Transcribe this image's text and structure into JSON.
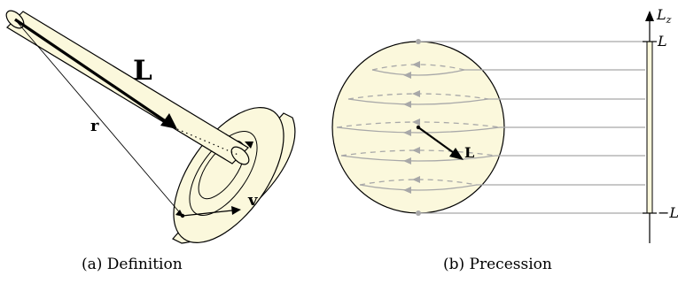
{
  "panel_a": {
    "vector_L": "L",
    "vector_r": "r",
    "vector_v": "v",
    "caption": "(a) Definition"
  },
  "panel_b": {
    "vector_L": "L",
    "axis_label": "L",
    "axis_label_sub": "z",
    "tick_top": "L",
    "tick_bottom": "−L",
    "caption": "(b) Precession"
  },
  "colors": {
    "fill": "#fbf8dc",
    "stroke": "#000000",
    "gray": "#a8a8a8"
  }
}
